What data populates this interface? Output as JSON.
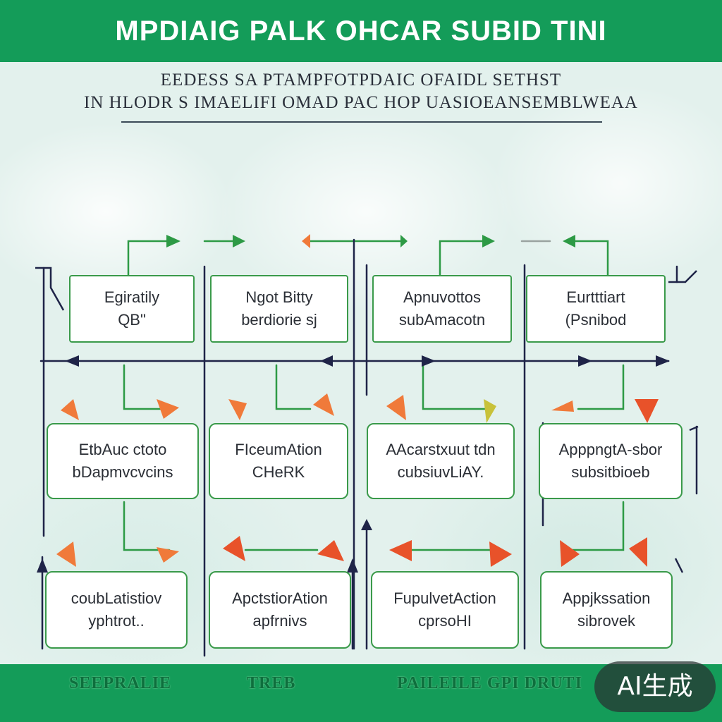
{
  "header": {
    "title": "MPDIAIG PALK OHCAR SUBID TINI"
  },
  "subtitle": {
    "line1": "EEDESS  SA  PTAMPFOTPDAIC  OFAIDL SETHST",
    "line2": "IN  HLODR  S IMAELIFI OMAD  PAC  HOP   UASIOEANSEMBLWEAA"
  },
  "nodes": [
    {
      "lines": [
        "Egiratily",
        "QB\""
      ]
    },
    {
      "lines": [
        "Ngot Bitty",
        "berdiorie sj"
      ]
    },
    {
      "lines": [
        "Apnuvottos",
        "subAmacotn"
      ]
    },
    {
      "lines": [
        "Eurtttiart",
        "(Psnibod"
      ]
    },
    {
      "lines": [
        "EtbAuc ctoto",
        "bDapmvcvcins"
      ]
    },
    {
      "lines": [
        "FIceumAtion",
        "CHeRK"
      ]
    },
    {
      "lines": [
        "AAcarstxuut tdn",
        "cubsiuvLiAY."
      ]
    },
    {
      "lines": [
        "ApppngtA-sbor",
        "subsitbioeb"
      ]
    },
    {
      "lines": [
        "coubLatistiov",
        "yphtrot.."
      ]
    },
    {
      "lines": [
        "ApctstiorAtion",
        "apfrnivs"
      ]
    },
    {
      "lines": [
        "FupulvetAction",
        "cprsoHI"
      ]
    },
    {
      "lines": [
        "Appjkssation",
        "sibrovek"
      ]
    }
  ],
  "footer": {
    "text1": "SEEPRALIE",
    "text2": "TREB",
    "text3": "PAILEILE GPI  DRUTI"
  },
  "badge": {
    "label": "AI生成"
  },
  "colors": {
    "brand_green": "#149c59",
    "box_border": "#3a9a4a",
    "arrow_navy": "#1f2448",
    "arrow_orange": "#f07a3a"
  }
}
